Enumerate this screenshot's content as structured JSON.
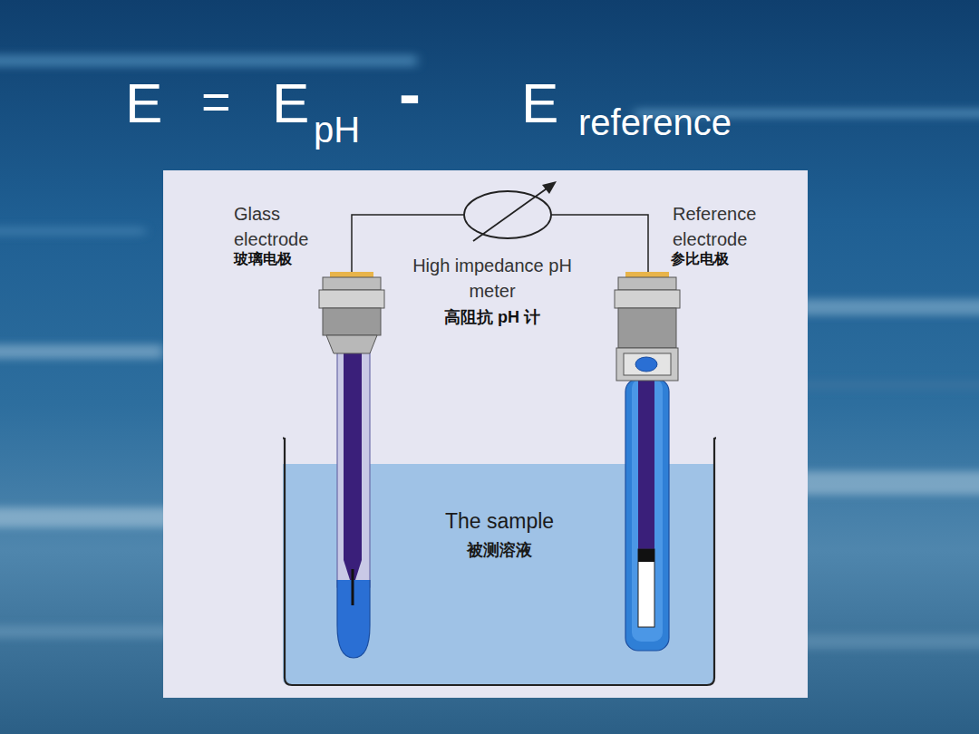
{
  "diagram": {
    "nodes": [
      {
        "text": [
          "The sample",
          "被测溶液"
        ]
      }
    ],
    "labels": [
      "E",
      "=",
      "E",
      "pH",
      "-",
      "E",
      "reference",
      "Glass electrode",
      "玻璃电极",
      "High impedance pH meter",
      "高阻抗 pH 计",
      "Reference electrode",
      "参比电极"
    ]
  }
}
